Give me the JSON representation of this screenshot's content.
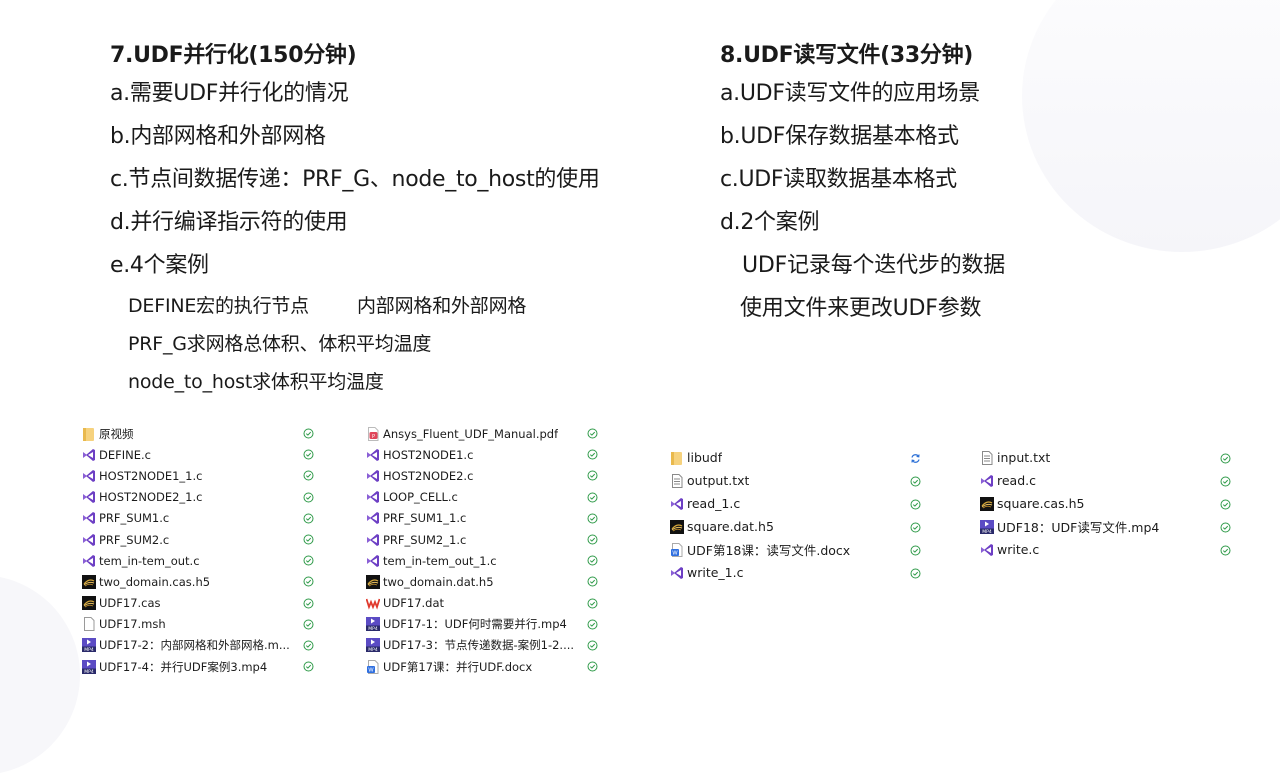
{
  "section7": {
    "title": "7.UDF并行化(150分钟)",
    "items": [
      "a.需要UDF并行化的情况",
      "b.内部网格和外部网格",
      "c.节点间数据传递：PRF_G、node_to_host的使用",
      "d.并行编译指示符的使用",
      "e.4个案例"
    ],
    "cases": {
      "row1_left": "DEFINE宏的执行节点",
      "row1_right": "内部网格和外部网格",
      "row2": "PRF_G求网格总体积、体积平均温度",
      "row3": "node_to_host求体积平均温度"
    }
  },
  "section8": {
    "title": "8.UDF读写文件(33分钟)",
    "items": [
      "a.UDF读写文件的应用场景",
      "b.UDF保存数据基本格式",
      "c.UDF读取数据基本格式",
      "d.2个案例"
    ],
    "cases": [
      "UDF记录每个迭代步的数据",
      "使用文件来更改UDF参数"
    ]
  },
  "files7_col1": [
    {
      "name": "原视频",
      "type": "folder",
      "status": "synced"
    },
    {
      "name": "DEFINE.c",
      "type": "c-source",
      "status": "synced"
    },
    {
      "name": "HOST2NODE1_1.c",
      "type": "c-source",
      "status": "synced"
    },
    {
      "name": "HOST2NODE2_1.c",
      "type": "c-source",
      "status": "synced"
    },
    {
      "name": "PRF_SUM1.c",
      "type": "c-source",
      "status": "synced"
    },
    {
      "name": "PRF_SUM2.c",
      "type": "c-source",
      "status": "synced"
    },
    {
      "name": "tem_in-tem_out.c",
      "type": "c-source",
      "status": "synced"
    },
    {
      "name": "two_domain.cas.h5",
      "type": "fluent",
      "status": "synced"
    },
    {
      "name": "UDF17.cas",
      "type": "fluent",
      "status": "synced"
    },
    {
      "name": "UDF17.msh",
      "type": "generic",
      "status": "synced"
    },
    {
      "name": "UDF17-2：内部网格和外部网格.m...",
      "type": "mp4",
      "status": "synced"
    },
    {
      "name": "UDF17-4：并行UDF案例3.mp4",
      "type": "mp4",
      "status": "synced"
    }
  ],
  "files7_col2": [
    {
      "name": "Ansys_Fluent_UDF_Manual.pdf",
      "type": "pdf",
      "status": "synced"
    },
    {
      "name": "HOST2NODE1.c",
      "type": "c-source",
      "status": "synced"
    },
    {
      "name": "HOST2NODE2.c",
      "type": "c-source",
      "status": "synced"
    },
    {
      "name": "LOOP_CELL.c",
      "type": "c-source",
      "status": "synced"
    },
    {
      "name": "PRF_SUM1_1.c",
      "type": "c-source",
      "status": "synced"
    },
    {
      "name": "PRF_SUM2_1.c",
      "type": "c-source",
      "status": "synced"
    },
    {
      "name": "tem_in-tem_out_1.c",
      "type": "c-source",
      "status": "synced"
    },
    {
      "name": "two_domain.dat.h5",
      "type": "fluent",
      "status": "synced"
    },
    {
      "name": "UDF17.dat",
      "type": "wps",
      "status": "synced"
    },
    {
      "name": "UDF17-1：UDF何时需要并行.mp4",
      "type": "mp4",
      "status": "synced"
    },
    {
      "name": "UDF17-3：节点传递数据-案例1-2....",
      "type": "mp4",
      "status": "synced"
    },
    {
      "name": "UDF第17课：并行UDF.docx",
      "type": "docx",
      "status": "synced"
    }
  ],
  "files8_col1": [
    {
      "name": "libudf",
      "type": "folder",
      "status": "syncing"
    },
    {
      "name": "output.txt",
      "type": "text",
      "status": "synced"
    },
    {
      "name": "read_1.c",
      "type": "c-source",
      "status": "synced"
    },
    {
      "name": "square.dat.h5",
      "type": "fluent",
      "status": "synced"
    },
    {
      "name": "UDF第18课：读写文件.docx",
      "type": "docx",
      "status": "synced"
    },
    {
      "name": "write_1.c",
      "type": "c-source",
      "status": "synced"
    }
  ],
  "files8_col2": [
    {
      "name": "input.txt",
      "type": "text",
      "status": "synced"
    },
    {
      "name": "read.c",
      "type": "c-source",
      "status": "synced"
    },
    {
      "name": "square.cas.h5",
      "type": "fluent",
      "status": "synced"
    },
    {
      "name": "UDF18：UDF读写文件.mp4",
      "type": "mp4",
      "status": "synced"
    },
    {
      "name": "write.c",
      "type": "c-source",
      "status": "synced"
    }
  ],
  "colors": {
    "text": "#1a1a1a",
    "synced_green": "#2e9a48",
    "syncing_blue": "#2b6fd6",
    "vs_purple": "#7b4fc9",
    "folder_yellow": "#f5d27a"
  }
}
